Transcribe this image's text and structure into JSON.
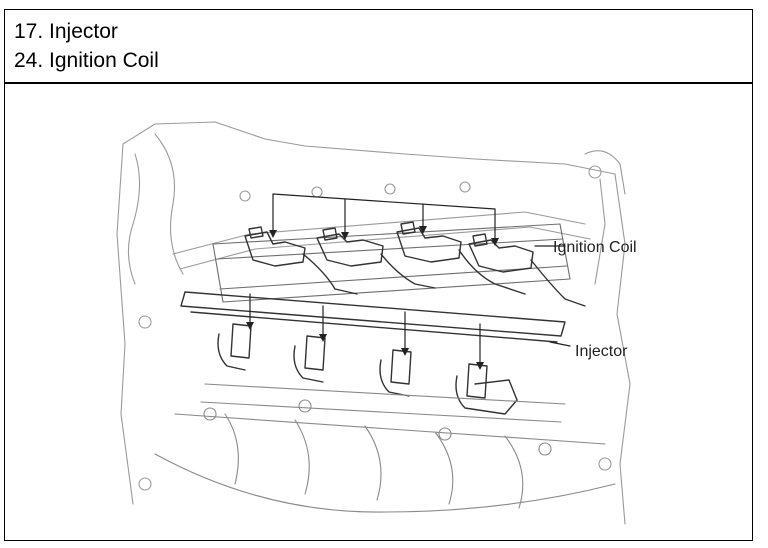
{
  "legend": {
    "items": [
      "17. Injector",
      "24. Ignition Coil"
    ]
  },
  "figure": {
    "callouts": {
      "ignition_coil": "Ignition Coil",
      "injector": "Injector"
    }
  }
}
